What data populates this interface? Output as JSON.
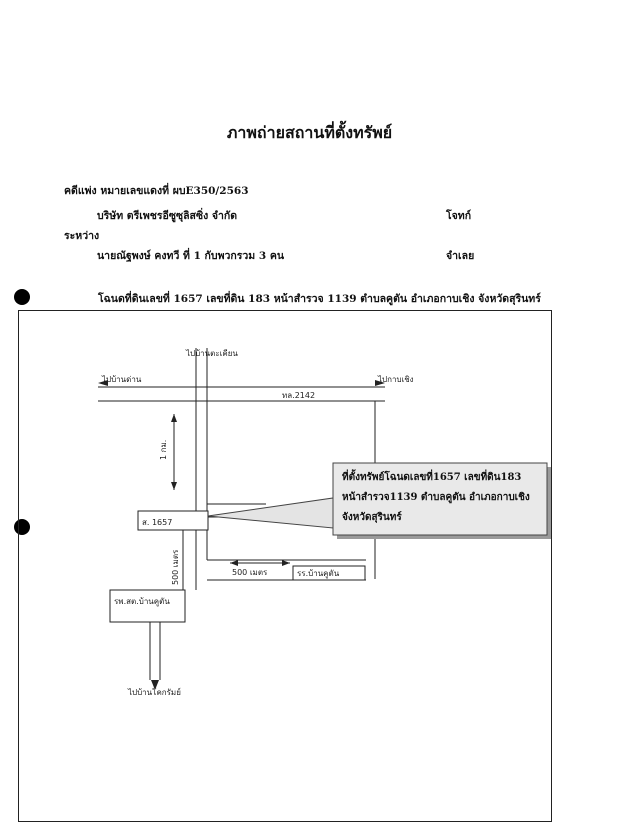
{
  "title": "ภาพถ่ายสถานที่ตั้งทรัพย์",
  "case": {
    "number_line": "คดีแพ่ง  หมายเลขแดงที่  ผบE350/2563",
    "plaintiff_name": "บริษัท ตรีเพชรอีซูซุลิสซิ่ง จำกัด",
    "plaintiff_role": "โจทก์",
    "between": "ระหว่าง",
    "defendant_name": "นายณัฐพงษ์  คงทวี  ที่ 1  กับพวกรวม 3 คน",
    "defendant_role": "จำเลย"
  },
  "deed_line": "โฉนดที่ดินเลขที่ 1657  เลขที่ดิน 183  หน้าสำรวจ 1139  ตำบลคูตัน  อำเภอกาบเชิง  จังหวัดสุรินทร์",
  "callout": {
    "line1": "ที่ตั้งทรัพย์โฉนดเลขที่1657     เลขที่ดิน183",
    "line2": "หน้าสำรวจ1139 ตำบลคูตัน อำเภอกาบเชิง",
    "line3": "จังหวัดสุรินทร์"
  },
  "map_labels": {
    "north": "ไปบ้านตะเคียน",
    "west": "ไปบ้านด่าน",
    "east": "ไปกาบเชิง",
    "highway": "ทล.2142",
    "distance_1km": "1 กม.",
    "plot": "ส. 1657",
    "distance_500m_a": "500 เมตร",
    "distance_500m_b": "500 เมตร",
    "school": "รร.บ้านคูตัน",
    "hospital": "รพ.สต.บ้านคูตัน",
    "south": "ไปบ้านโคกรัมย์"
  }
}
